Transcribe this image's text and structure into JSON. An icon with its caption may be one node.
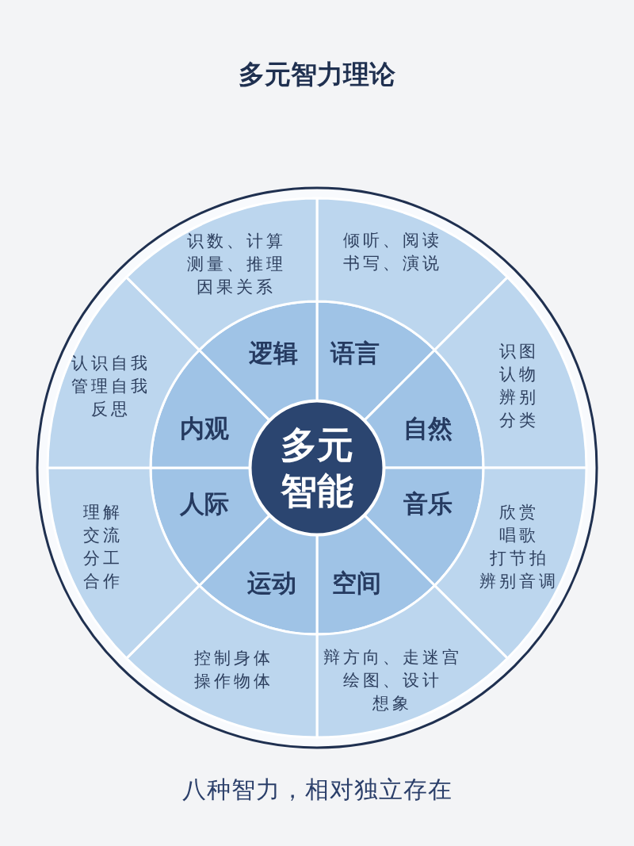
{
  "diagram": {
    "title": "多元智力理论",
    "caption": "八种智力，相对独立存在",
    "nodes": [
      {
        "text": [
          "多元智能"
        ]
      },
      {
        "text": [
          "语言"
        ]
      },
      {
        "text": [
          "自然"
        ]
      },
      {
        "text": [
          "音乐"
        ]
      },
      {
        "text": [
          "空间"
        ]
      },
      {
        "text": [
          "运动"
        ]
      },
      {
        "text": [
          "人际"
        ]
      },
      {
        "text": [
          "内观"
        ]
      },
      {
        "text": [
          "逻辑"
        ]
      },
      {
        "text": [
          "倾听、阅读",
          "书写、演说"
        ]
      },
      {
        "text": [
          "识图",
          "认物",
          "辨别",
          "分类"
        ]
      },
      {
        "text": [
          "欣赏",
          "唱歌",
          "打节拍",
          "辨别音调"
        ]
      },
      {
        "text": [
          "辩方向、走迷宫",
          "绘图、设计",
          "想象"
        ]
      },
      {
        "text": [
          "控制身体",
          "操作物体"
        ]
      },
      {
        "text": [
          "理解",
          "交流",
          "分工",
          "合作"
        ]
      },
      {
        "text": [
          "认识自我",
          "管理自我",
          "反思"
        ]
      },
      {
        "text": [
          "识数、计算",
          "测量、推理",
          "因果关系"
        ]
      }
    ],
    "edges": []
  }
}
